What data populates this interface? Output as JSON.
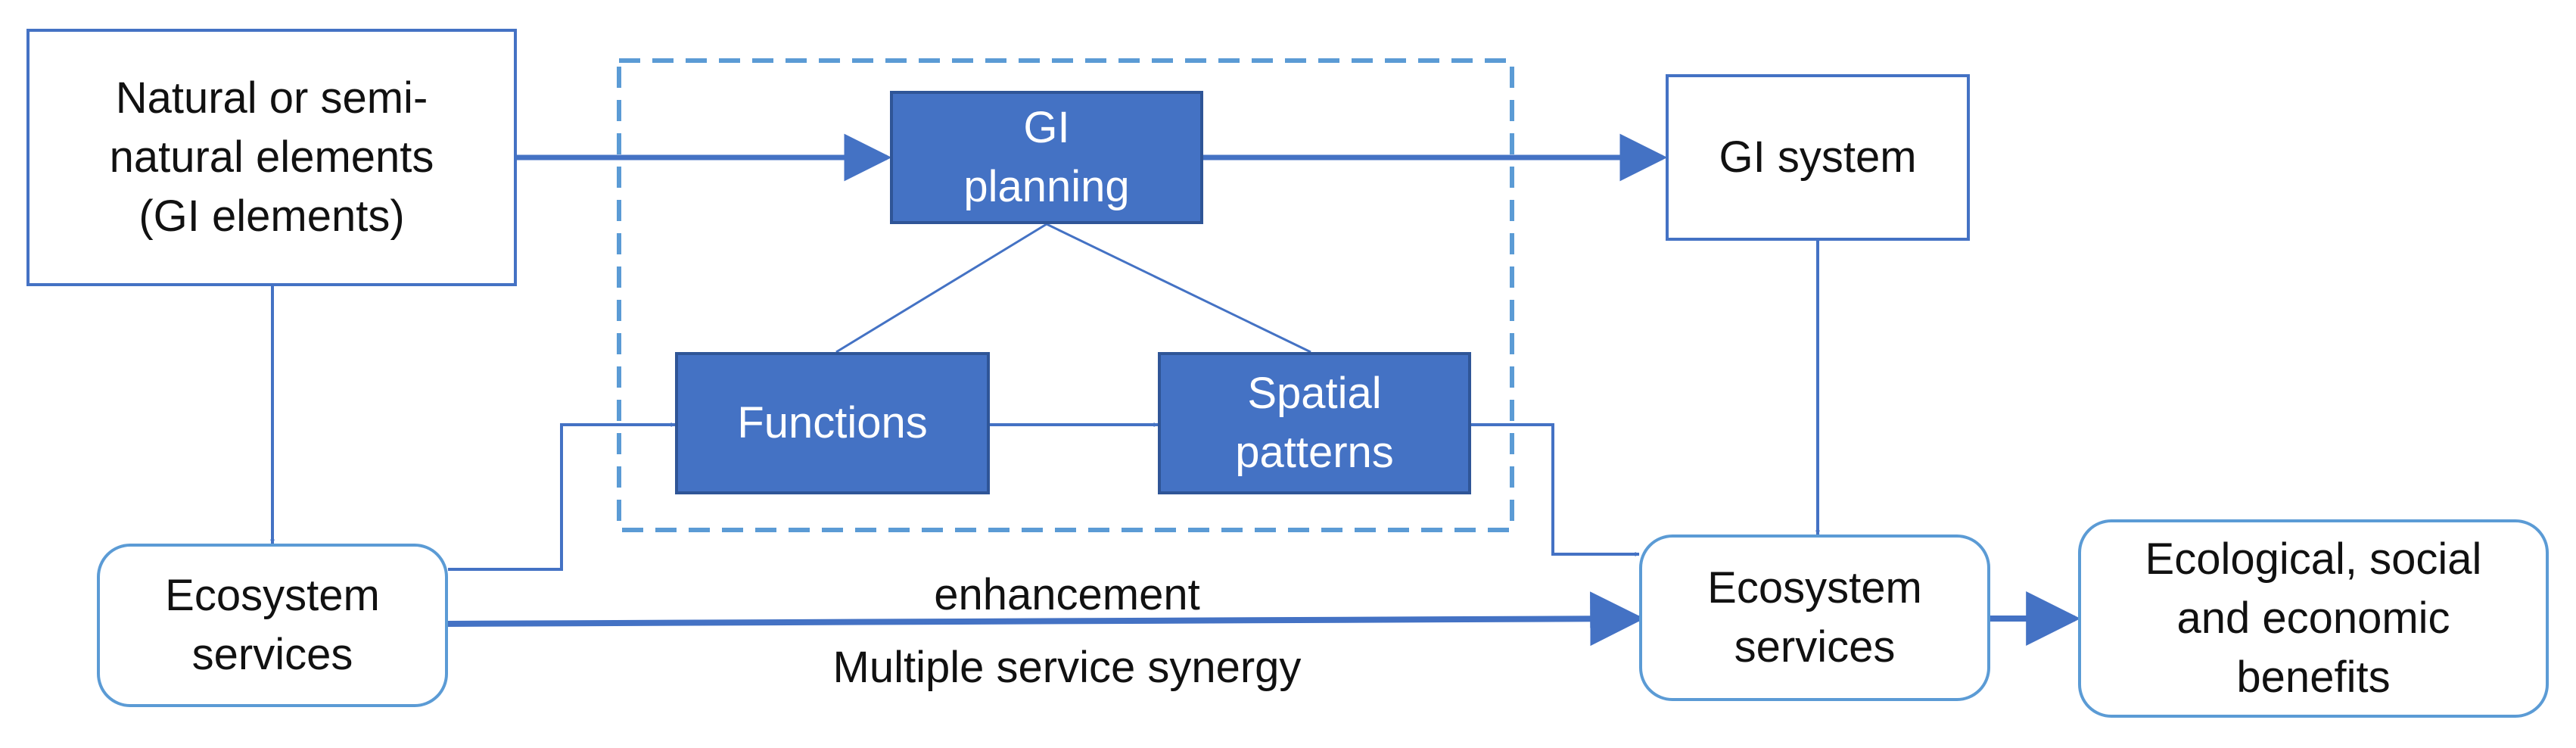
{
  "nodes": {
    "natural_elements": {
      "lines": [
        "Natural or semi-",
        "natural elements",
        "(GI elements)"
      ]
    },
    "gi_planning": {
      "lines": [
        "GI",
        "planning"
      ]
    },
    "gi_system": {
      "lines": [
        "GI system"
      ]
    },
    "functions": {
      "lines": [
        "Functions"
      ]
    },
    "spatial_patterns": {
      "lines": [
        "Spatial",
        "patterns"
      ]
    },
    "ecosystem_services_left": {
      "lines": [
        "Ecosystem",
        "services"
      ]
    },
    "ecosystem_services_right": {
      "lines": [
        "Ecosystem",
        "services"
      ]
    },
    "benefits": {
      "lines": [
        "Ecological, social",
        "and economic",
        "benefits"
      ]
    }
  },
  "edge_labels": {
    "enhancement": "enhancement",
    "synergy": "Multiple service synergy"
  },
  "colors": {
    "box_border": "#4472c4",
    "rounded_border": "#5b9bd5",
    "filled_box": "#4472c4",
    "filled_border": "#2f5597",
    "arrow": "#4472c4",
    "dashed_group": "#5b9bd5"
  }
}
